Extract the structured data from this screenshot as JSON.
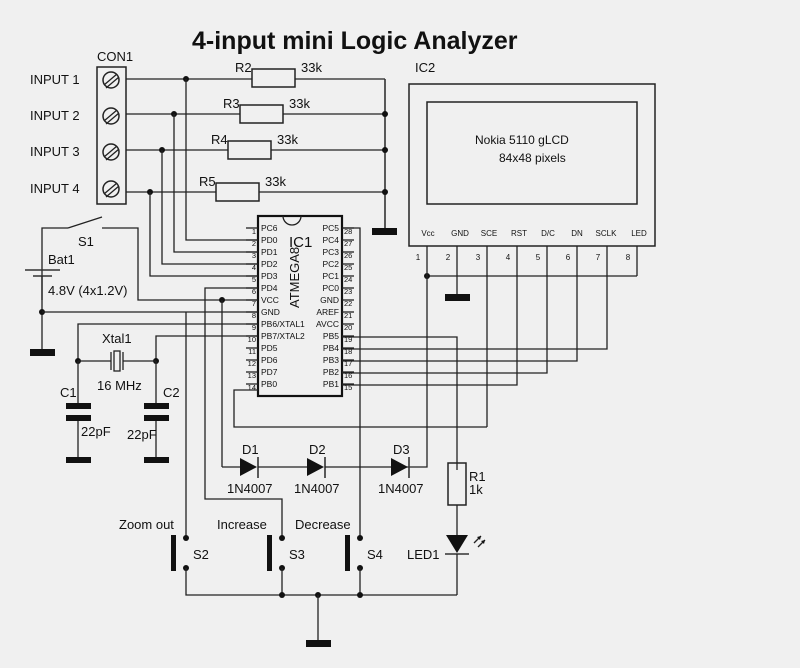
{
  "title": "4-input mini Logic Analyzer",
  "connector": {
    "ref": "CON1",
    "inputs": [
      "INPUT 1",
      "INPUT 2",
      "INPUT 3",
      "INPUT 4"
    ]
  },
  "resistors": [
    {
      "ref": "R2",
      "value": "33k"
    },
    {
      "ref": "R3",
      "value": "33k"
    },
    {
      "ref": "R4",
      "value": "33k"
    },
    {
      "ref": "R5",
      "value": "33k"
    },
    {
      "ref": "R1",
      "value": "1k"
    }
  ],
  "mcu": {
    "ref": "IC1",
    "part": "ATMEGA8",
    "left_pins": [
      {
        "num": "1",
        "name": "PC6"
      },
      {
        "num": "2",
        "name": "PD0"
      },
      {
        "num": "3",
        "name": "PD1"
      },
      {
        "num": "4",
        "name": "PD2"
      },
      {
        "num": "5",
        "name": "PD3"
      },
      {
        "num": "6",
        "name": "PD4"
      },
      {
        "num": "7",
        "name": "VCC"
      },
      {
        "num": "8",
        "name": "GND"
      },
      {
        "num": "9",
        "name": "PB6/XTAL1"
      },
      {
        "num": "10",
        "name": "PB7/XTAL2"
      },
      {
        "num": "11",
        "name": "PD5"
      },
      {
        "num": "12",
        "name": "PD6"
      },
      {
        "num": "13",
        "name": "PD7"
      },
      {
        "num": "14",
        "name": "PB0"
      }
    ],
    "right_pins": [
      {
        "num": "28",
        "name": "PC5"
      },
      {
        "num": "27",
        "name": "PC4"
      },
      {
        "num": "26",
        "name": "PC3"
      },
      {
        "num": "25",
        "name": "PC2"
      },
      {
        "num": "24",
        "name": "PC1"
      },
      {
        "num": "23",
        "name": "PC0"
      },
      {
        "num": "22",
        "name": "GND"
      },
      {
        "num": "21",
        "name": "AREF"
      },
      {
        "num": "20",
        "name": "AVCC"
      },
      {
        "num": "19",
        "name": "PB5"
      },
      {
        "num": "18",
        "name": "PB4"
      },
      {
        "num": "17",
        "name": "PB3"
      },
      {
        "num": "16",
        "name": "PB2"
      },
      {
        "num": "15",
        "name": "PB1"
      }
    ]
  },
  "lcd": {
    "ref": "IC2",
    "line1": "Nokia 5110 gLCD",
    "line2": "84x48 pixels",
    "pins": [
      {
        "num": "1",
        "name": "Vcc"
      },
      {
        "num": "2",
        "name": "GND"
      },
      {
        "num": "3",
        "name": "SCE"
      },
      {
        "num": "4",
        "name": "RST"
      },
      {
        "num": "5",
        "name": "D/C"
      },
      {
        "num": "6",
        "name": "DN"
      },
      {
        "num": "7",
        "name": "SCLK"
      },
      {
        "num": "8",
        "name": "LED"
      }
    ]
  },
  "power": {
    "switch_ref": "S1",
    "battery_ref": "Bat1",
    "battery_value": "4.8V (4x1.2V)"
  },
  "crystal": {
    "ref": "Xtal1",
    "value": "16 MHz"
  },
  "capacitors": [
    {
      "ref": "C1",
      "value": "22pF"
    },
    {
      "ref": "C2",
      "value": "22pF"
    }
  ],
  "diodes": [
    {
      "ref": "D1",
      "value": "1N4007"
    },
    {
      "ref": "D2",
      "value": "1N4007"
    },
    {
      "ref": "D3",
      "value": "1N4007"
    }
  ],
  "buttons": [
    {
      "ref": "S2",
      "label": "Zoom out"
    },
    {
      "ref": "S3",
      "label": "Increase"
    },
    {
      "ref": "S4",
      "label": "Decrease"
    }
  ],
  "led": {
    "ref": "LED1"
  }
}
